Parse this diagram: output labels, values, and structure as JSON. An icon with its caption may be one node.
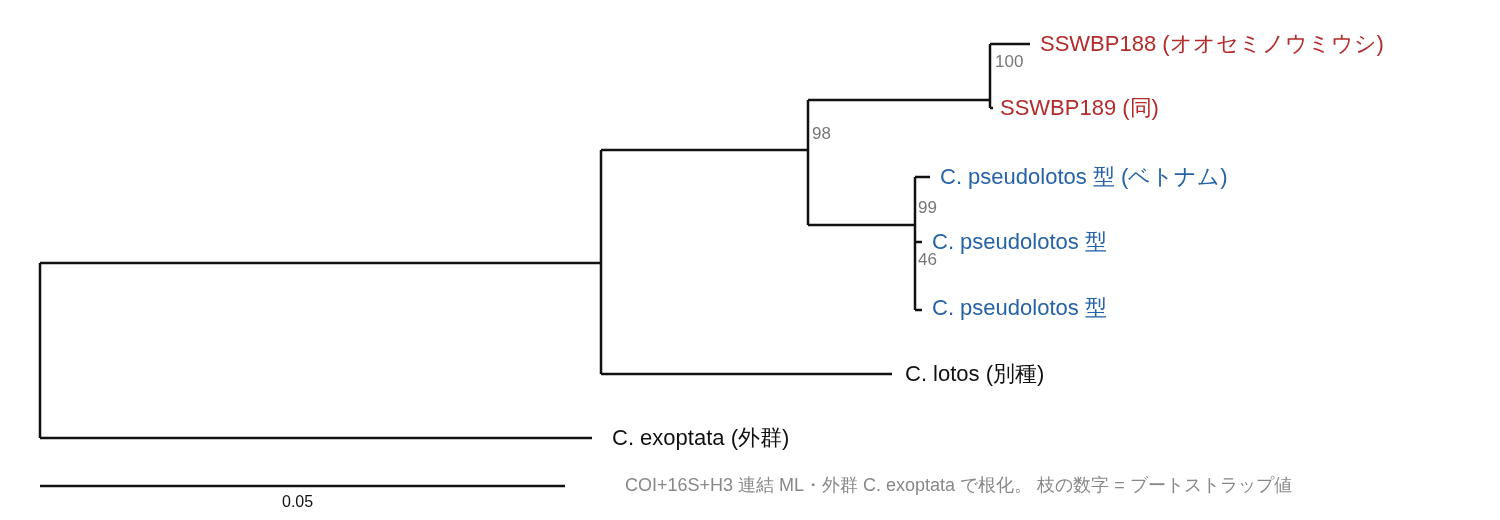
{
  "diagram": {
    "caption": "COI+16S+H3 連結 ML・外群 C. exoptata で根化。 枝の数字 = ブートストラップ値",
    "labels": [
      "SSWBP188 (オオセミノウミウシ)",
      "100",
      "SSWBP189 (同)",
      "98",
      "C. pseudolotos 型 (ベトナム)",
      "99",
      "C. pseudolotos 型",
      "46",
      "C. pseudolotos 型",
      "C. lotos (別種)",
      "C. exoptata (外群)",
      "0.05"
    ]
  }
}
